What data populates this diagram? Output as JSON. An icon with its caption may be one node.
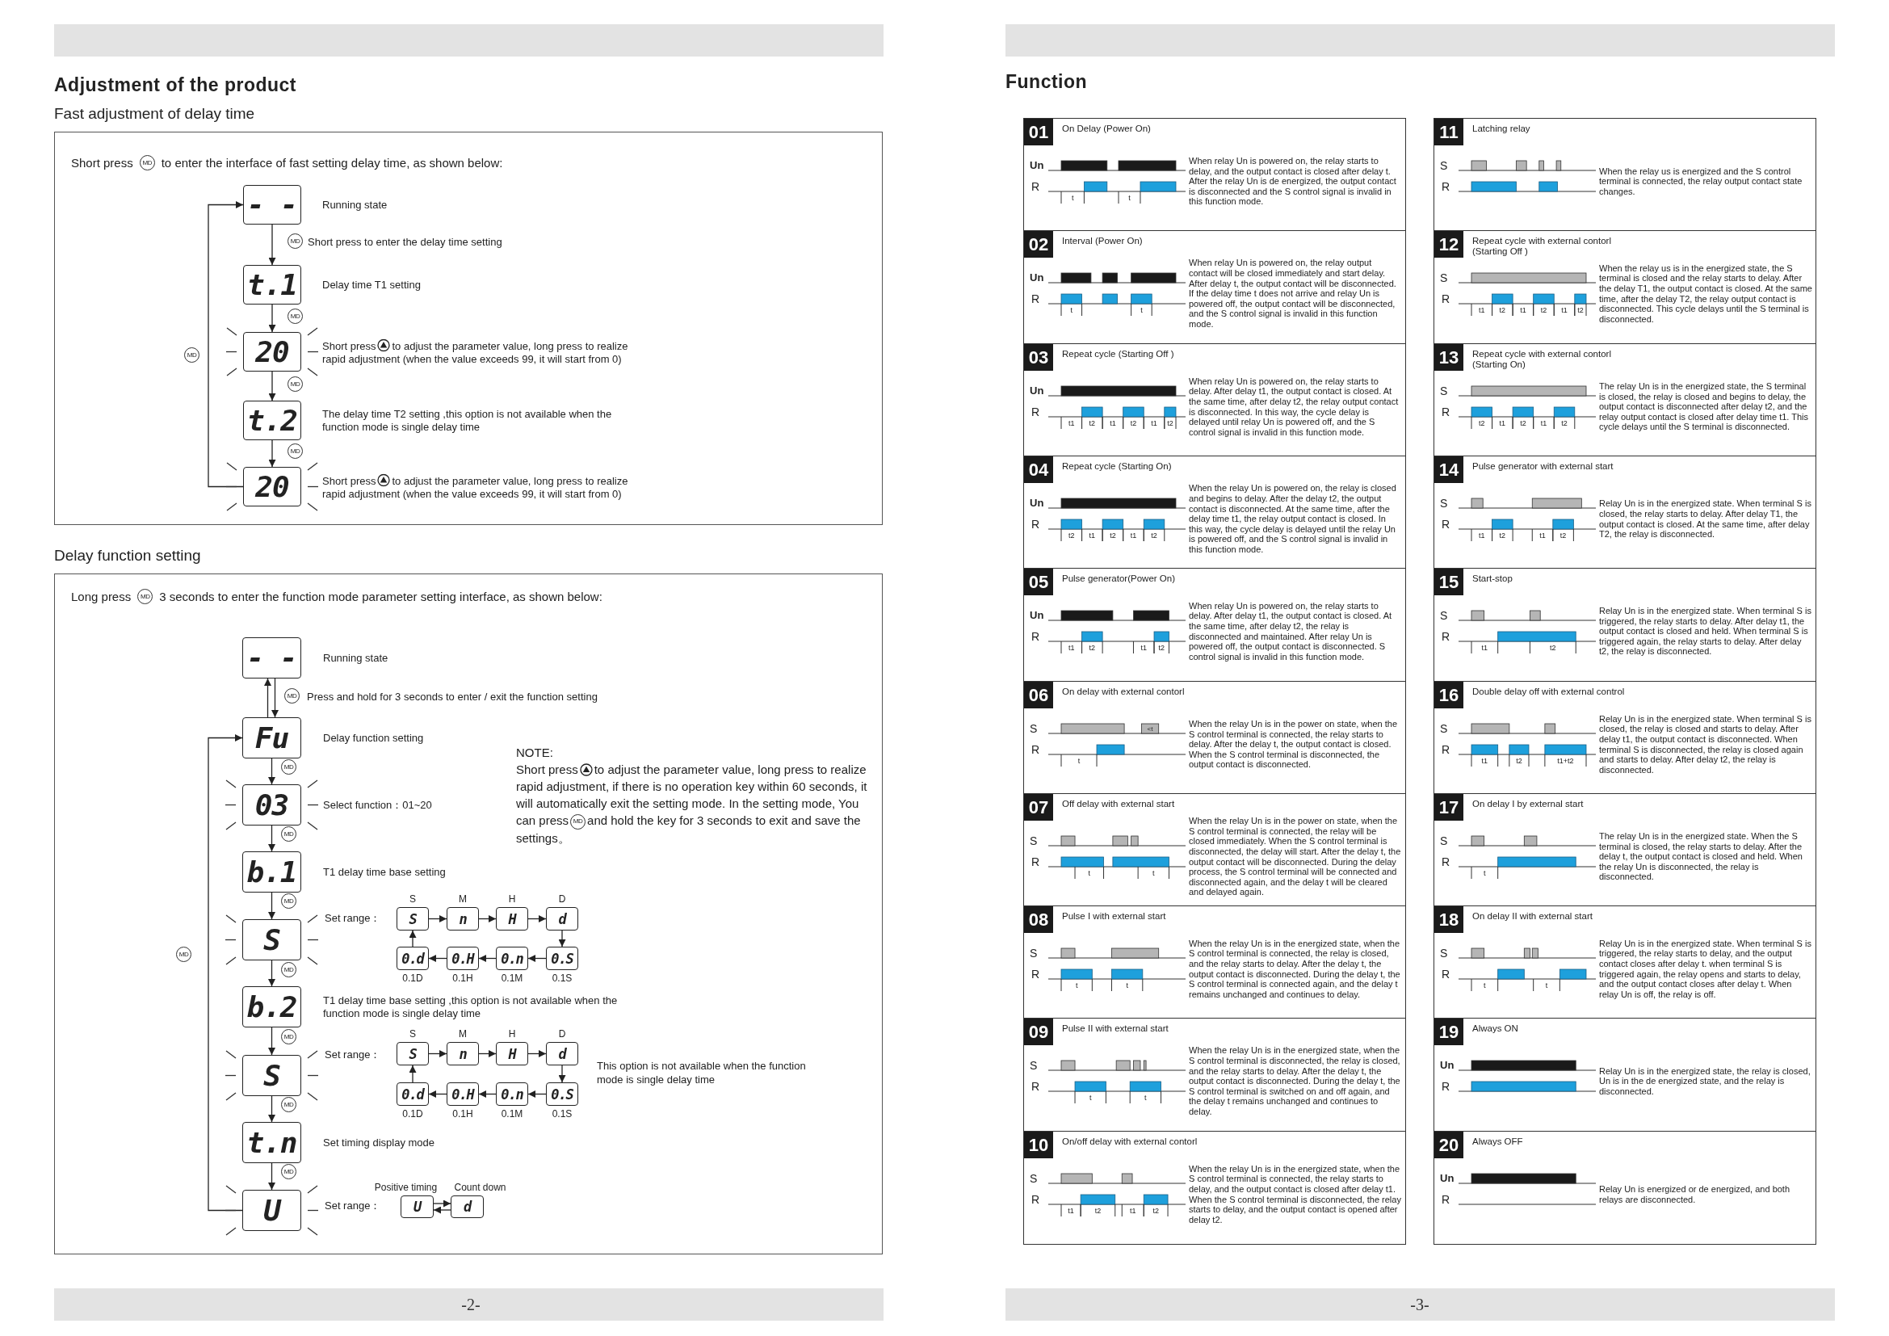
{
  "diagram": {
    "title": "Adjustment of the product",
    "nodes": [
      {
        "text": [
          "Fast adjustment of delay time",
          "Short press",
          "MD",
          "to enter the interface of fast setting delay time, as shown below:"
        ]
      },
      {
        "text": [
          "- -"
        ],
        "in": 0,
        "beside": [
          "Running state"
        ]
      },
      {
        "text": [
          "t.1"
        ],
        "in": 0,
        "beside": [
          "Delay time T1 setting"
        ]
      },
      {
        "text": [
          "20"
        ],
        "in": 0,
        "beside": [
          "Short press",
          "to adjust the parameter value, long press to realize rapid adjustment (when the value exceeds 99, it will start from 0)"
        ]
      },
      {
        "text": [
          "t.2"
        ],
        "in": 0,
        "beside": [
          "The delay time T2 setting ,this option is not available when the function mode is single delay time"
        ]
      },
      {
        "text": [
          "20"
        ],
        "in": 0,
        "beside": [
          "Short press",
          "to adjust the parameter value, long press to realize rapid adjustment (when the value exceeds 99, it will start from 0)"
        ]
      },
      {
        "text": [
          "Delay function setting",
          "Long press",
          "MD",
          "3 seconds to enter the function mode parameter setting interface, as shown below:"
        ]
      },
      {
        "text": [
          "- -"
        ],
        "in": 6,
        "beside": [
          "Running state"
        ]
      },
      {
        "text": [
          "Fu"
        ],
        "in": 6,
        "beside": [
          "Delay function setting"
        ]
      },
      {
        "text": [
          "03"
        ],
        "in": 6,
        "beside": [
          "Select function：01~20"
        ]
      },
      {
        "text": [
          "b.1"
        ],
        "in": 6,
        "beside": [
          "T1 delay time base setting"
        ]
      },
      {
        "text": [
          "S"
        ],
        "in": 6,
        "beside": [
          "Set range："
        ]
      },
      {
        "text": [
          "S"
        ],
        "in": 6,
        "beside": [
          "S"
        ]
      },
      {
        "text": [
          "n"
        ],
        "in": 6,
        "beside": [
          "M"
        ]
      },
      {
        "text": [
          "H"
        ],
        "in": 6,
        "beside": [
          "H"
        ]
      },
      {
        "text": [
          "d"
        ],
        "in": 6,
        "beside": [
          "D"
        ]
      },
      {
        "text": [
          "0.d"
        ],
        "in": 6,
        "beside": [
          "0.1D"
        ]
      },
      {
        "text": [
          "0.H"
        ],
        "in": 6,
        "beside": [
          "0.1H"
        ]
      },
      {
        "text": [
          "0.n"
        ],
        "in": 6,
        "beside": [
          "0.1M"
        ]
      },
      {
        "text": [
          "0.S"
        ],
        "in": 6,
        "beside": [
          "0.1S"
        ]
      },
      {
        "text": [
          "b.2"
        ],
        "in": 6,
        "beside": [
          "T1 delay time base setting ,this option is not available when the function mode is single delay time"
        ]
      },
      {
        "text": [
          "S"
        ],
        "in": 6,
        "beside": [
          "Set range："
        ]
      },
      {
        "text": [
          "S"
        ],
        "in": 6,
        "beside": [
          "S"
        ]
      },
      {
        "text": [
          "n"
        ],
        "in": 6,
        "beside": [
          "M"
        ]
      },
      {
        "text": [
          "H"
        ],
        "in": 6,
        "beside": [
          "H"
        ]
      },
      {
        "text": [
          "d"
        ],
        "in": 6,
        "beside": [
          "D"
        ]
      },
      {
        "text": [
          "0.d"
        ],
        "in": 6,
        "beside": [
          "0.1D"
        ]
      },
      {
        "text": [
          "0.H"
        ],
        "in": 6,
        "beside": [
          "0.1H"
        ]
      },
      {
        "text": [
          "0.n"
        ],
        "in": 6,
        "beside": [
          "0.1M"
        ]
      },
      {
        "text": [
          "0.S"
        ],
        "in": 6,
        "beside": [
          "0.1S"
        ]
      },
      {
        "text": [
          "t.n"
        ],
        "in": 6,
        "beside": [
          "Set timing display mode"
        ]
      },
      {
        "text": [
          "U"
        ],
        "in": 6,
        "beside": [
          "Set range："
        ]
      },
      {
        "text": [
          "U"
        ],
        "in": 6,
        "beside": [
          "Positive timing"
        ]
      },
      {
        "text": [
          "d"
        ],
        "in": 6,
        "beside": [
          "Count down"
        ]
      },
      {
        "text": [
          "01",
          "On Delay (Power On)",
          "When relay Un is powered on, the relay starts to delay, and the output contact is closed after delay t. After the relay Un is de energized, the output contact is disconnected and the S control signal is invalid in this function mode."
        ]
      },
      {
        "text": [
          "Un",
          "R",
          "t",
          "t"
        ],
        "in": 34
      },
      {
        "text": [
          "02",
          "Interval (Power On)",
          "When relay Un is powered on, the relay output contact will be closed immediately and start delay. After delay t, the output contact will be disconnected. If the delay time t does not arrive and relay Un is powered off, the output contact will be disconnected, and the S control signal is invalid in this function mode."
        ]
      },
      {
        "text": [
          "Un",
          "R",
          "t",
          "t"
        ],
        "in": 36
      },
      {
        "text": [
          "03",
          "Repeat cycle (Starting Off )",
          "When relay Un is powered on, the relay starts to delay. After delay t1, the output contact is closed. At the same time, after delay t2, the relay output contact is disconnected. In this way, the cycle delay is delayed until relay Un is powered off, and the S control signal is invalid in this function mode."
        ]
      },
      {
        "text": [
          "Un",
          "R",
          "t1",
          "t2",
          "t1",
          "t2",
          "t1",
          "t2"
        ],
        "in": 38
      },
      {
        "text": [
          "04",
          "Repeat cycle (Starting On)",
          "When the relay Un is powered on, the relay is closed and begins to delay. After the delay t2, the output contact is disconnected. At the same time, after the delay time t1, the relay output contact is closed. In this way, the cycle delay is delayed until the relay Un is powered off, and the S control signal is invalid in this function mode."
        ]
      },
      {
        "text": [
          "Un",
          "R",
          "t2",
          "t1",
          "t2",
          "t1",
          "t2"
        ],
        "in": 40
      },
      {
        "text": [
          "05",
          "Pulse generator(Power On)",
          "When relay Un is powered on, the relay starts to delay. After delay t1, the output contact is closed. At the same time, after delay t2, the relay is disconnected and maintained. After relay Un is powered off, the output contact is disconnected. S control signal is invalid in this function mode."
        ]
      },
      {
        "text": [
          "Un",
          "R",
          "t1",
          "t2",
          "t1",
          "t2"
        ],
        "in": 42
      },
      {
        "text": [
          "06",
          "On delay with external contorl",
          "When the relay Un is in the power on state, when the S control terminal is connected, the relay starts to delay. After the delay t, the output contact is closed. When the S control terminal is disconnected, the output contact is disconnected."
        ]
      },
      {
        "text": [
          "S",
          "<t",
          "R",
          "t"
        ],
        "in": 44
      },
      {
        "text": [
          "07",
          "Off delay with external start",
          "When the relay Un is in the power on state, when the S control terminal is connected, the relay will be closed immediately. When the S control terminal is disconnected, the delay will start. After the delay t, the output contact will be disconnected. During the delay process, the S control terminal will be connected and disconnected again, and the delay t will be cleared and delayed again."
        ]
      },
      {
        "text": [
          "S",
          "R",
          "t",
          "t"
        ],
        "in": 46
      },
      {
        "text": [
          "08",
          "Pulse I with external start",
          "When the relay Un is in the energized state, when the S control terminal is connected, the relay is closed, and the relay starts to delay. After the delay t, the output contact is disconnected. During the delay t, the S control terminal is connected again, and the delay t remains unchanged and continues to delay."
        ]
      },
      {
        "text": [
          "S",
          "R",
          "t",
          "t"
        ],
        "in": 48
      },
      {
        "text": [
          "09",
          "Pulse II with external start",
          "When the relay Un is in the energized state, when the S control terminal is disconnected, the relay is closed, and the relay starts to delay. After the delay t, the output contact is disconnected. During the delay t, the S control terminal is switched on and off again, and the delay t remains unchanged and continues to delay."
        ]
      },
      {
        "text": [
          "S",
          "R",
          "t",
          "t"
        ],
        "in": 50
      },
      {
        "text": [
          "10",
          "On/off delay with external contorl",
          "When the relay Un is in the energized state, when the S control terminal is connected, the relay starts to delay, and the output contact is closed after delay t1. When the S control terminal is disconnected, the relay starts to delay, and the output contact is opened after delay t2."
        ]
      },
      {
        "text": [
          "S",
          "R",
          "t1",
          "t2",
          "t1",
          "t2"
        ],
        "in": 52
      },
      {
        "text": [
          "11",
          "Latching relay",
          "When the relay us is energized and the S control terminal is connected, the relay output contact state changes."
        ]
      },
      {
        "text": [
          "S",
          "R"
        ],
        "in": 54
      },
      {
        "text": [
          "12",
          "Repeat cycle with external contorl (Starting Off )",
          "When the relay us is in the energized state, the S terminal is closed and the relay starts to delay. After the delay T1, the output contact is closed. At the same time, after the delay T2, the relay output contact is disconnected. This cycle delays until the S terminal is disconnected."
        ]
      },
      {
        "text": [
          "S",
          "R",
          "t1",
          "t2",
          "t1",
          "t2",
          "t1",
          "t2"
        ],
        "in": 56
      },
      {
        "text": [
          "13",
          "Repeat cycle with external contorl (Starting On)",
          "The relay Un is in the energized state, the S terminal is closed, the relay is closed and begins to delay, the output contact is disconnected after delay t2, and the relay output contact is closed after delay time t1. This cycle delays until the S terminal is disconnected."
        ]
      },
      {
        "text": [
          "S",
          "R",
          "t2",
          "t1",
          "t2",
          "t1",
          "t2"
        ],
        "in": 58
      },
      {
        "text": [
          "14",
          "Pulse generator with external start",
          "Relay Un is in the energized state. When terminal S is closed, the relay starts to delay. After delay T1, the output contact is closed. At the same time, after delay T2, the relay is disconnected."
        ]
      },
      {
        "text": [
          "S",
          "R",
          "t1",
          "t2",
          "t1",
          "t2"
        ],
        "in": 60
      },
      {
        "text": [
          "15",
          "Start-stop",
          "Relay Un is in the energized state. When terminal S is triggered, the relay starts to delay. After delay t1, the output contact is closed and held. When terminal S is triggered again, the relay starts to delay. After delay t2, the relay is disconnected."
        ]
      },
      {
        "text": [
          "S",
          "R",
          "t1",
          "t2"
        ],
        "in": 62
      },
      {
        "text": [
          "16",
          "Double delay off with external control",
          "Relay Un is in the energized state. When terminal S is closed, the relay is closed and starts to delay. After delay t1, the output contact is disconnected. When terminal S is disconnected, the relay is closed again and starts to delay. After delay t2, the relay is disconnected."
        ]
      },
      {
        "text": [
          "S",
          "R",
          "t1",
          "t2",
          "t1+t2"
        ],
        "in": 64
      },
      {
        "text": [
          "17",
          "On delay I by external start",
          "The relay Un is in the energized state. When the S terminal is closed, the relay starts to delay. After the delay t, the output contact is closed and held. When the relay Un is disconnected, the relay is disconnected."
        ]
      },
      {
        "text": [
          "S",
          "R",
          "t"
        ],
        "in": 66
      },
      {
        "text": [
          "18",
          "On delay II with external start",
          "Relay Un is in the energized state. When terminal S is triggered, the relay starts to delay, and the output contact closes after delay t. when terminal S is triggered again, the relay opens and starts to delay, and the output contact closes after delay t. When relay Un is off, the relay is off."
        ]
      },
      {
        "text": [
          "S",
          "R",
          "t",
          "t"
        ],
        "in": 68
      },
      {
        "text": [
          "19",
          "Always ON",
          "Relay Un is in the energized state, the relay is closed, Un is in the de energized state, and the relay is disconnected."
        ]
      },
      {
        "text": [
          "Un",
          "R"
        ],
        "in": 70
      },
      {
        "text": [
          "20",
          "Always OFF",
          "Relay Un is energized or de energized, and both relays are disconnected."
        ]
      },
      {
        "text": [
          "Un",
          "R"
        ],
        "in": 72
      }
    ],
    "edges": [
      {
        "from": 1,
        "to": 2,
        "arrow": "to"
      },
      {
        "from": 2,
        "to": 3,
        "arrow": "to"
      },
      {
        "from": 3,
        "to": 4,
        "arrow": "to"
      },
      {
        "from": 4,
        "to": 5,
        "arrow": "to"
      },
      {
        "from": 5,
        "to": 1,
        "arrow": "to"
      },
      {
        "from": 7,
        "to": 8,
        "arrow": "to"
      },
      {
        "from": 8,
        "to": 7,
        "arrow": "to"
      },
      {
        "from": 8,
        "to": 9,
        "arrow": "to"
      },
      {
        "from": 9,
        "to": 10,
        "arrow": "to"
      },
      {
        "from": 10,
        "to": 11,
        "arrow": "to"
      },
      {
        "from": 11,
        "to": 20,
        "arrow": "to"
      },
      {
        "from": 20,
        "to": 21,
        "arrow": "to"
      },
      {
        "from": 21,
        "to": 30,
        "arrow": "to"
      },
      {
        "from": 30,
        "to": 31,
        "arrow": "to"
      },
      {
        "from": 31,
        "to": 8,
        "arrow": "to"
      },
      {
        "from": 12,
        "to": 13,
        "arrow": "to"
      },
      {
        "from": 13,
        "to": 14,
        "arrow": "to"
      },
      {
        "from": 14,
        "to": 15,
        "arrow": "to"
      },
      {
        "from": 15,
        "to": 19,
        "arrow": "to"
      },
      {
        "from": 19,
        "to": 18,
        "arrow": "to"
      },
      {
        "from": 18,
        "to": 17,
        "arrow": "to"
      },
      {
        "from": 17,
        "to": 16,
        "arrow": "to"
      },
      {
        "from": 16,
        "to": 12,
        "arrow": "to"
      },
      {
        "from": 22,
        "to": 23,
        "arrow": "to"
      },
      {
        "from": 23,
        "to": 24,
        "arrow": "to"
      },
      {
        "from": 24,
        "to": 25,
        "arrow": "to"
      },
      {
        "from": 25,
        "to": 29,
        "arrow": "to"
      },
      {
        "from": 29,
        "to": 28,
        "arrow": "to"
      },
      {
        "from": 28,
        "to": 27,
        "arrow": "to"
      },
      {
        "from": 27,
        "to": 26,
        "arrow": "to"
      },
      {
        "from": 26,
        "to": 22,
        "arrow": "to"
      },
      {
        "from": 32,
        "to": 33,
        "arrow": "to"
      },
      {
        "from": 33,
        "to": 32,
        "arrow": "to"
      }
    ],
    "labels": [
      "MD",
      "Short press to enter the delay time setting",
      "MD",
      "MD",
      "MD",
      "MD",
      "MD",
      "Press and hold for 3 seconds to enter / exit the function setting",
      "MD",
      "MD",
      "MD",
      "MD",
      "MD",
      "MD",
      "MD",
      "MD",
      "NOTE:",
      "Short press",
      "to adjust the parameter value, long press to realize rapid adjustment, if there is no operation key within 60 seconds, it will automatically exit the setting mode. In the setting mode, You can press",
      "MD",
      "and hold the key for 3 seconds to exit and save the settings。",
      "This option is not available when the function mode is single delay time",
      "-2-",
      "Function",
      "-3-"
    ]
  }
}
